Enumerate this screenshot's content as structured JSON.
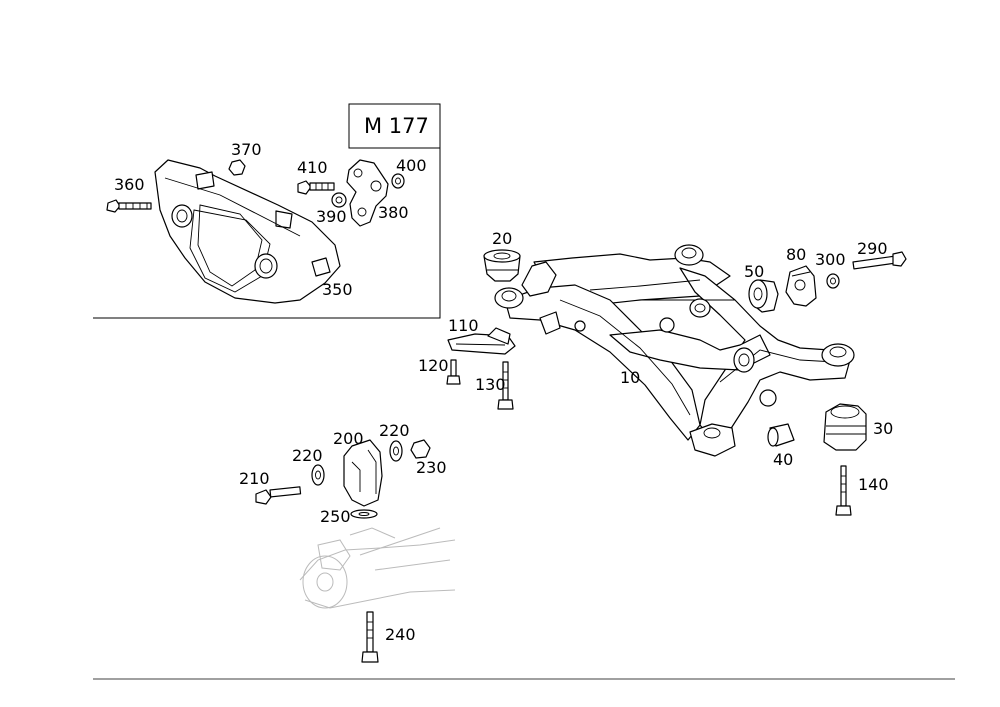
{
  "diagram": {
    "inset_model": "M 177",
    "callouts": {
      "c10": "10",
      "c20": "20",
      "c30": "30",
      "c40": "40",
      "c50": "50",
      "c80": "80",
      "c110": "110",
      "c120": "120",
      "c130": "130",
      "c140": "140",
      "c200": "200",
      "c210": "210",
      "c220a": "220",
      "c220b": "220",
      "c230": "230",
      "c240": "240",
      "c250": "250",
      "c290": "290",
      "c300": "300",
      "c350": "350",
      "c360": "360",
      "c370": "370",
      "c380": "380",
      "c390": "390",
      "c400": "400",
      "c410": "410"
    }
  }
}
